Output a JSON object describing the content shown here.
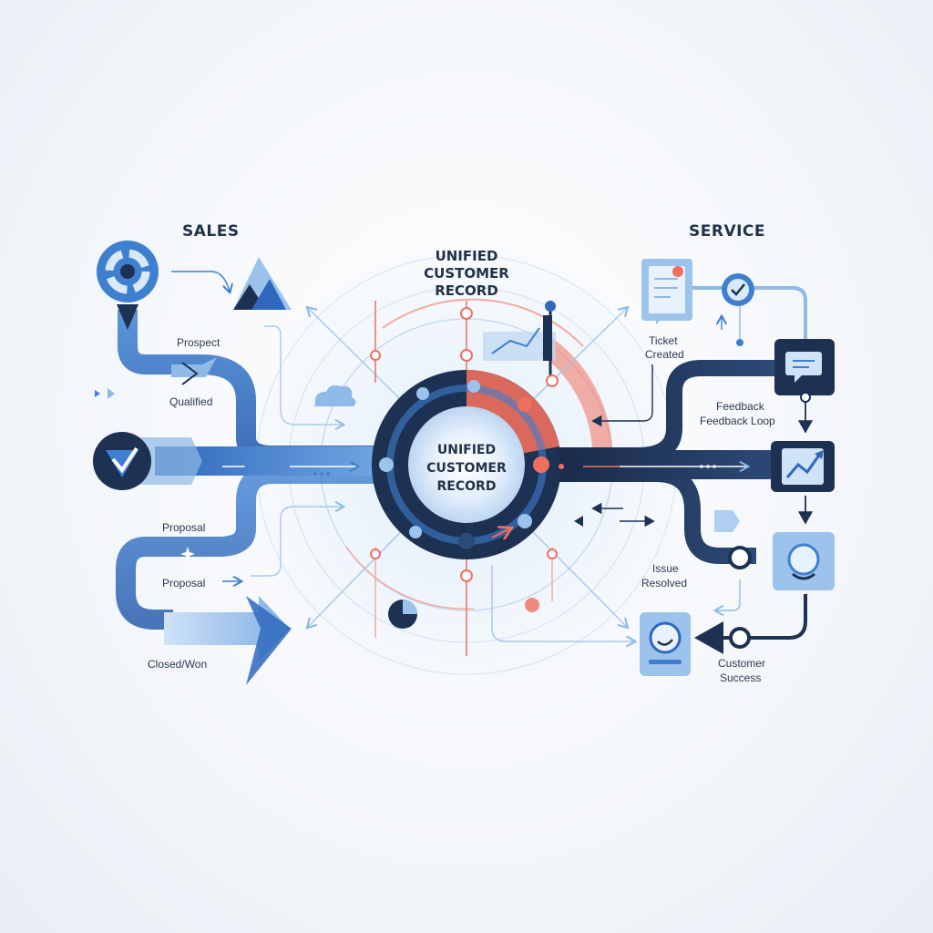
{
  "sales": {
    "heading": "SALES",
    "stages": [
      "Prospect",
      "Qualified",
      "Proposal",
      "Proposal",
      "Closed/Won"
    ]
  },
  "service": {
    "heading": "SERVICE",
    "stages": [
      "Ticket",
      "Created",
      "Feedback",
      "Feedback Loop",
      "Issue",
      "Resolved",
      "Customer",
      "Success"
    ]
  },
  "hub": {
    "top_title": [
      "UNIFIED",
      "CUSTOMER",
      "RECORD"
    ],
    "core_title": [
      "UNIFIED",
      "CUSTOMER",
      "RECORD"
    ]
  },
  "colors": {
    "primary_blue": "#3f7fcf",
    "light_blue": "#9cc3ec",
    "navy": "#1d3152",
    "coral": "#f06f5e",
    "text": "#22324a"
  },
  "icons": [
    "pie-chart-icon",
    "mountain-icon",
    "checkmark-icon",
    "star-icon",
    "chevron-arrow-icon",
    "cloud-icon",
    "bar-chart-icon",
    "document-icon",
    "check-circle-icon",
    "chat-bubble-icon",
    "trend-chart-icon",
    "user-support-icon",
    "chat-support-icon"
  ]
}
